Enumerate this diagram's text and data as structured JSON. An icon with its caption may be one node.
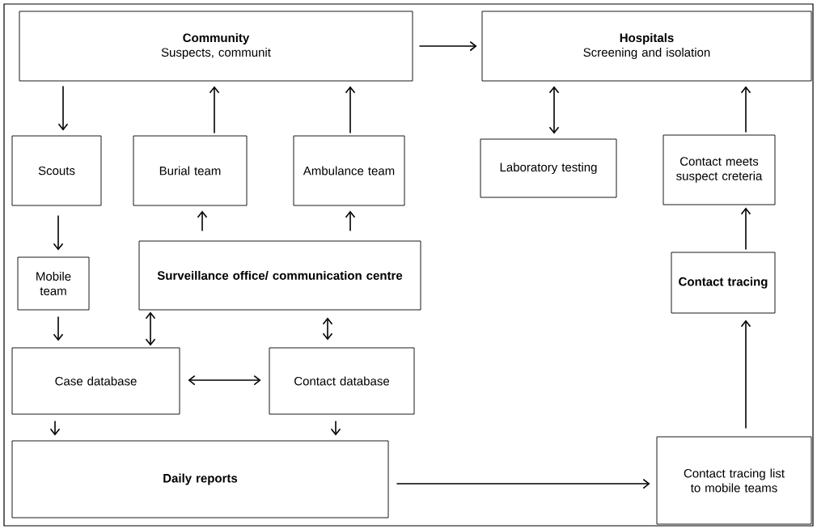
{
  "diagram": {
    "nodes": [
      {
        "text": [
          "Community",
          "Suspects, communit"
        ]
      },
      {
        "text": [
          "Hospitals",
          "Screening and isolation"
        ]
      },
      {
        "text": [
          "Scouts"
        ]
      },
      {
        "text": [
          "Burial team"
        ]
      },
      {
        "text": [
          "Ambulance team"
        ]
      },
      {
        "text": [
          "Laboratory testing"
        ]
      },
      {
        "text": [
          "Contact meets suspect creteria"
        ]
      },
      {
        "text": [
          "Mobile team"
        ]
      },
      {
        "text": [
          "Surveillance office/ communication centre"
        ]
      },
      {
        "text": [
          "Contact tracing"
        ]
      },
      {
        "text": [
          "Case database"
        ]
      },
      {
        "text": [
          "Contact database"
        ]
      },
      {
        "text": [
          "Daily reports"
        ]
      },
      {
        "text": [
          "Contact tracing list to mobile teams"
        ]
      }
    ],
    "edges": [
      {
        "from": 0,
        "to": 1,
        "arrow": "to"
      },
      {
        "from": 0,
        "to": 2,
        "arrow": "to"
      },
      {
        "from": 3,
        "to": 0,
        "arrow": "to"
      },
      {
        "from": 4,
        "to": 0,
        "arrow": "to"
      },
      {
        "from": 1,
        "to": 5,
        "arrow": "both"
      },
      {
        "from": 6,
        "to": 1,
        "arrow": "to"
      },
      {
        "from": 2,
        "to": 7,
        "arrow": "to"
      },
      {
        "from": 8,
        "to": 3,
        "arrow": "to"
      },
      {
        "from": 8,
        "to": 4,
        "arrow": "to"
      },
      {
        "from": 7,
        "to": 10,
        "arrow": "to"
      },
      {
        "from": 8,
        "to": 10,
        "arrow": "both"
      },
      {
        "from": 8,
        "to": 11,
        "arrow": "both"
      },
      {
        "from": 10,
        "to": 11,
        "arrow": "both"
      },
      {
        "from": 10,
        "to": 12,
        "arrow": "to"
      },
      {
        "from": 11,
        "to": 12,
        "arrow": "to"
      },
      {
        "from": 12,
        "to": 13,
        "arrow": "to"
      },
      {
        "from": 13,
        "to": 9,
        "arrow": "to"
      },
      {
        "from": 9,
        "to": 6,
        "arrow": "to"
      }
    ]
  }
}
